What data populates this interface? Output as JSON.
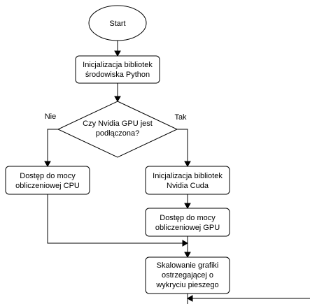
{
  "diagram": {
    "nodes": {
      "start": {
        "label": "Start"
      },
      "init_python": {
        "line1": "Inicjalizacja bibliotek",
        "line2": "środowiska Python"
      },
      "gpu_check": {
        "line1": "Czy Nvidia GPU jest",
        "line2": "podłączona?"
      },
      "cpu_access": {
        "line1": "Dostęp do mocy",
        "line2": "obliczeniowej CPU"
      },
      "init_cuda": {
        "line1": "Inicjalizacja bibliotek",
        "line2": "Nvidia Cuda"
      },
      "gpu_access": {
        "line1": "Dostęp do mocy",
        "line2": "obliczeniowej GPU"
      },
      "scaling": {
        "line1": "Skalowanie grafiki",
        "line2": "ostrzegającej o",
        "line3": "wykryciu pieszego"
      }
    },
    "edge_labels": {
      "no": "Nie",
      "yes": "Tak"
    }
  }
}
